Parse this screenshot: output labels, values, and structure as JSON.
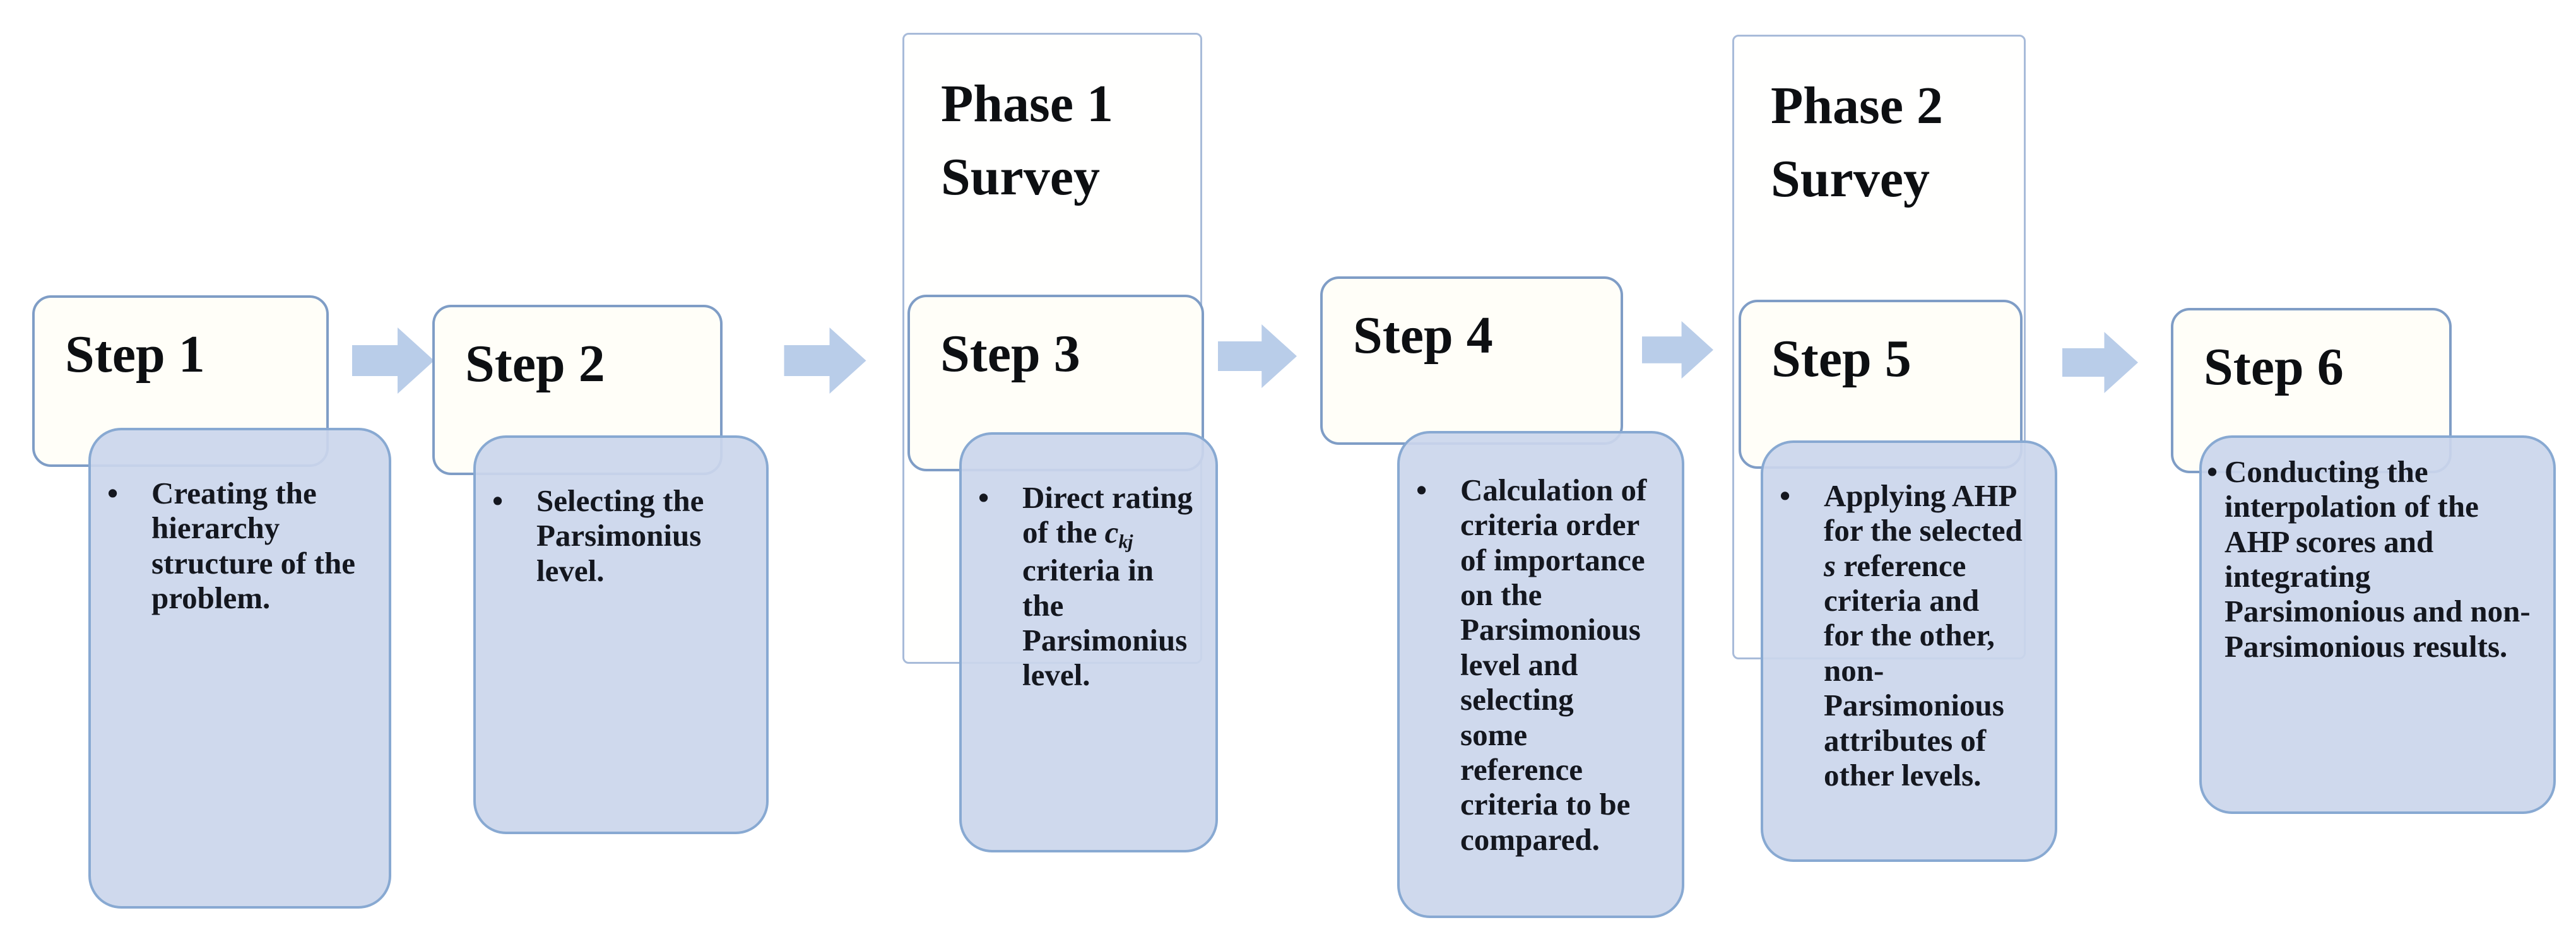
{
  "bullet_glyph": "•",
  "phases": [
    {
      "line1": "Phase 1",
      "line2": "Survey"
    },
    {
      "line1": "Phase 2",
      "line2": "Survey"
    }
  ],
  "steps": [
    {
      "title": "Step 1",
      "body": "Creating the hierarchy structure of the problem."
    },
    {
      "title": "Step 2",
      "body": "Selecting the Parsimonius level."
    },
    {
      "title": "Step 3",
      "body_pre": "Direct rating of the ",
      "var_base": "c",
      "var_sub": "kj",
      "body_post": " criteria in the Parsimonius level."
    },
    {
      "title": "Step 4",
      "body": "Calculation of criteria order of importance on the Parsimonious level and selecting some reference criteria to be compared."
    },
    {
      "title": "Step 5",
      "body_pre": "Applying AHP for the selected ",
      "emph": "s",
      "body_post": " reference criteria and for the other, non-Parsimonious attributes of other levels."
    },
    {
      "title": "Step 6",
      "body": "Conducting the interpolation of the AHP scores and integrating Parsimonious and non-Parsimonious results."
    }
  ],
  "colors": {
    "content_fill": "#cbd6ec",
    "content_border": "#88a9d2",
    "label_fill": "#fffef8",
    "label_border": "#7f9dc6",
    "phase_border": "#a8bbd9",
    "arrow_fill": "#b9cde9",
    "text": "#14171f"
  }
}
